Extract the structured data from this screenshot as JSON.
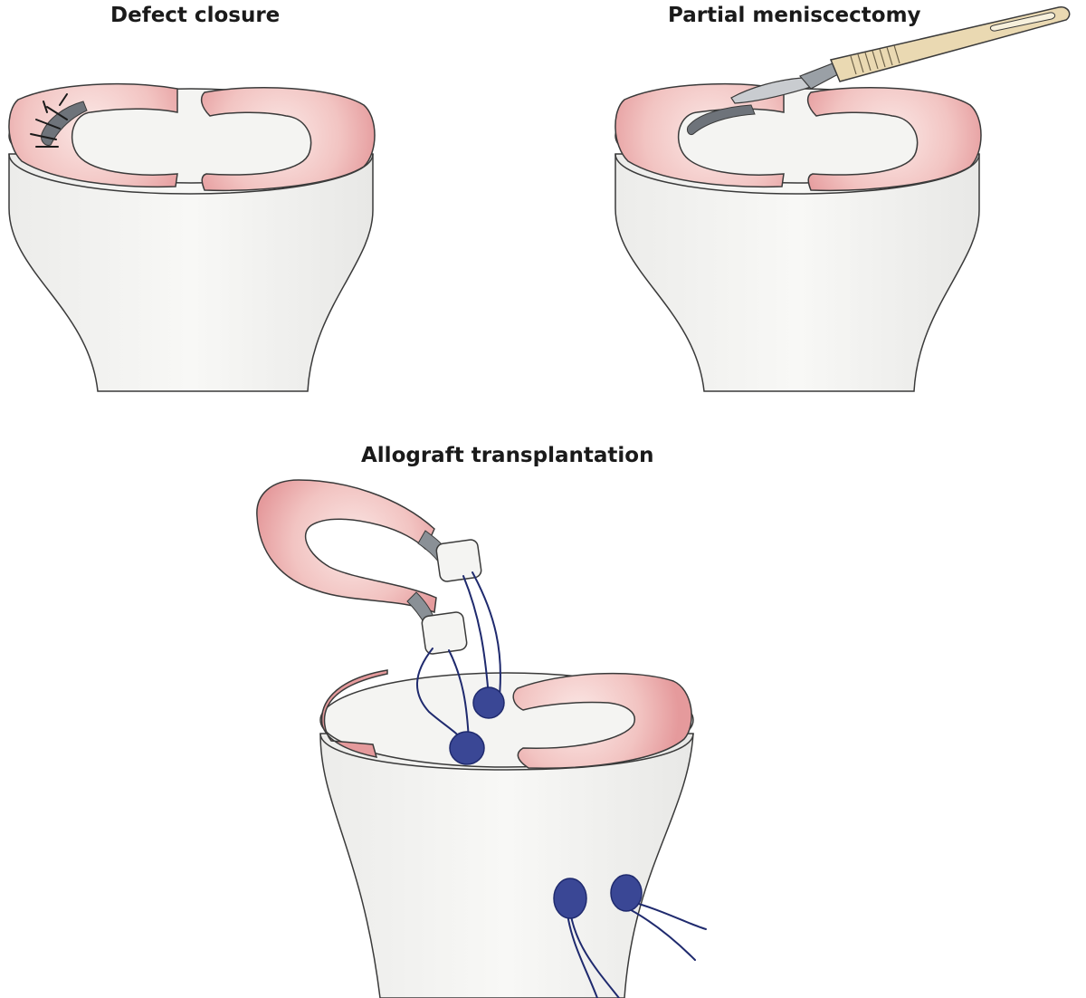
{
  "panels": {
    "defect_closure": {
      "title": "Defect closure"
    },
    "partial_meniscectomy": {
      "title": "Partial meniscectomy"
    },
    "allograft_transplantation": {
      "title": "Allograft transplantation"
    }
  },
  "colors": {
    "meniscus_outer": "#e59a9c",
    "meniscus_inner": "#fbe8e6",
    "bone_fill": "#f4f4f2",
    "outline": "#3a3a3a",
    "tear": "#6e737a",
    "suture_anchor": "#3a4795",
    "suture_thread": "#1f2a6e",
    "horn_gray": "#8a9096",
    "scalpel_handle": "#ead9b2",
    "scalpel_blade": "#c9ccd0"
  },
  "icons": {
    "scalpel": "scalpel-icon",
    "suture_anchor": "suture-anchor-icon",
    "bone_plug": "bone-plug-icon"
  }
}
